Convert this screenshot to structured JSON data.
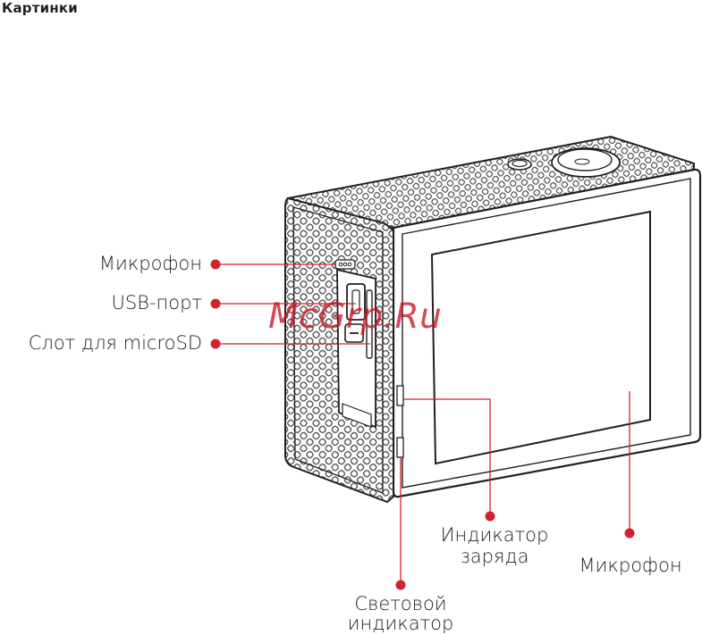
{
  "page": {
    "header": "Картинки"
  },
  "diagram": {
    "callouts": {
      "mic_side": "Микрофон",
      "usb": "USB-порт",
      "microsd": "Слот для microSD",
      "charge_line1": "Индикатор",
      "charge_line2": "заряда",
      "mic_front": "Микрофон",
      "light_line1": "Световой",
      "light_line2": "индикатор"
    },
    "watermark": "McGrp.Ru",
    "colors": {
      "accent": "#d2232a",
      "outline": "#231f20",
      "mesh": "#5a5a5a"
    }
  }
}
